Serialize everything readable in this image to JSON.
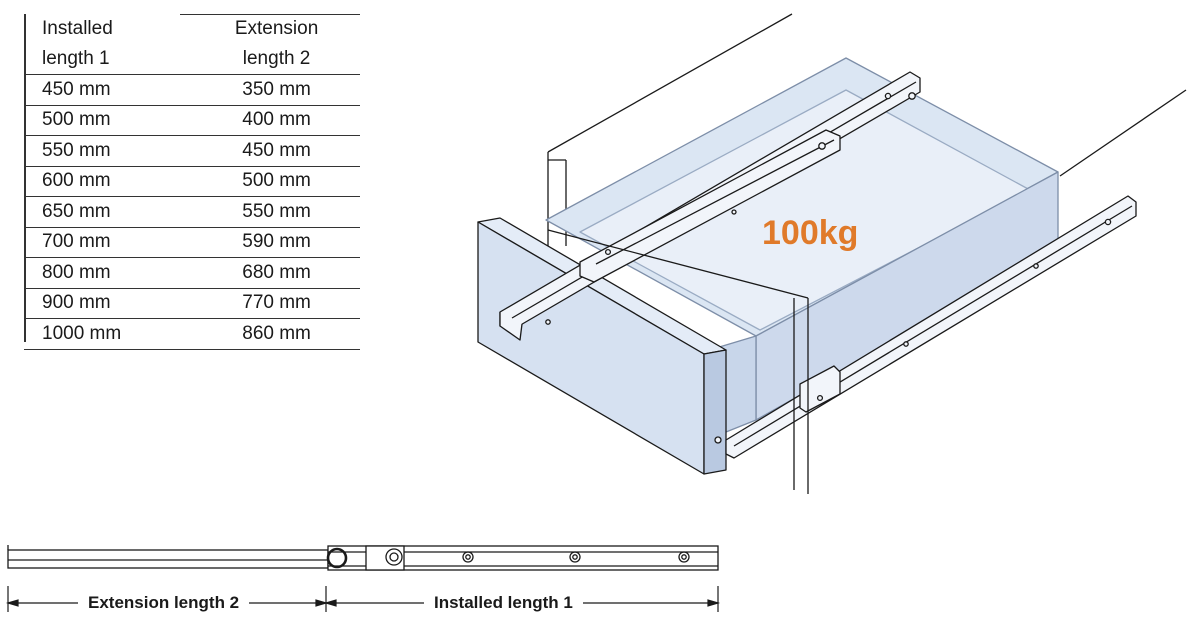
{
  "table": {
    "headers": [
      [
        "Installed",
        "Extension"
      ],
      [
        "length 1",
        "length 2"
      ]
    ],
    "rows": [
      [
        "450 mm",
        "350 mm"
      ],
      [
        "500 mm",
        "400 mm"
      ],
      [
        "550 mm",
        "450 mm"
      ],
      [
        "600 mm",
        "500 mm"
      ],
      [
        "650 mm",
        "550 mm"
      ],
      [
        "700 mm",
        "590 mm"
      ],
      [
        "800 mm",
        "680 mm"
      ],
      [
        "900 mm",
        "770 mm"
      ],
      [
        "1000 mm",
        "860 mm"
      ]
    ]
  },
  "diagram": {
    "load_label": "100kg",
    "extension_label": "Extension length 2",
    "installed_label": "Installed length 1"
  },
  "colors": {
    "load_text": "#e07a2a",
    "drawer_fill": "#dbe6f3",
    "drawer_shade": "#c8d6ea",
    "line": "#1a1a1a"
  }
}
